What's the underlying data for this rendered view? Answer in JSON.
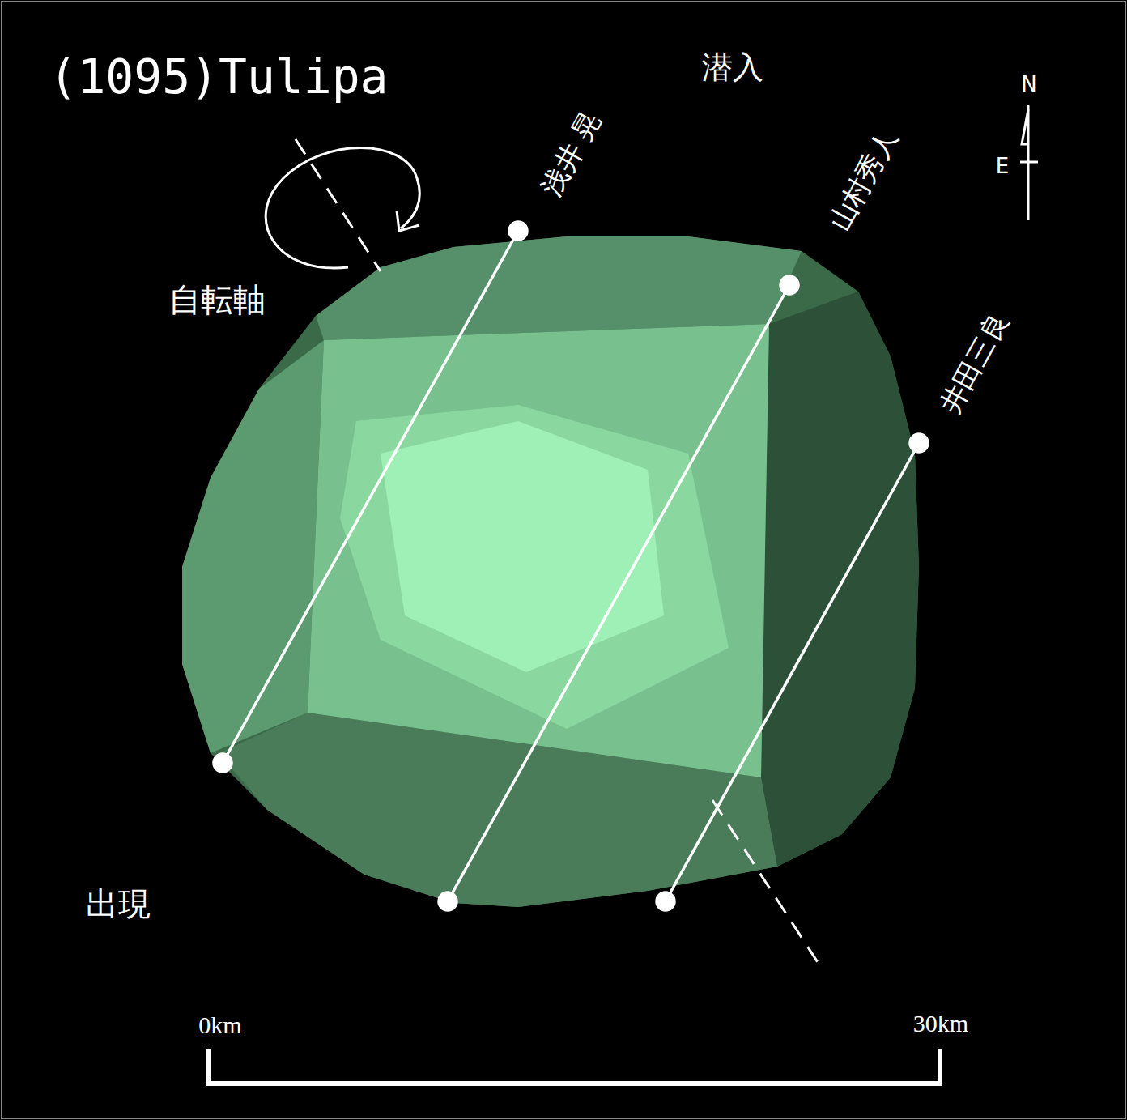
{
  "diagram": {
    "title": "(1095)Tulipa",
    "labels": [
      "潜入",
      "浅井 晃",
      "山村秀人",
      "井田三良",
      "自転軸",
      "N",
      "E",
      "出現",
      "0km",
      "30km"
    ]
  }
}
